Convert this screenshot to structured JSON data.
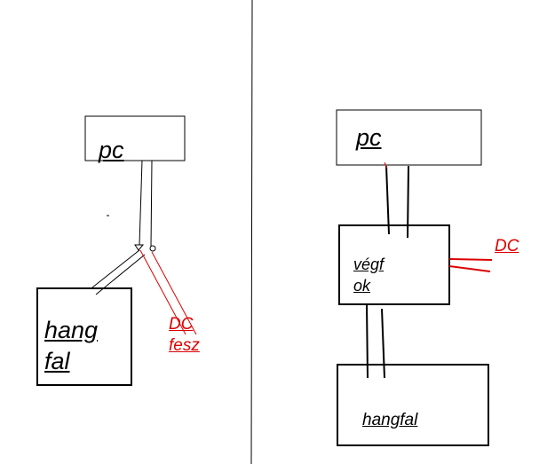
{
  "left": {
    "pc_label": "pc",
    "speaker_label_line1": "hang",
    "speaker_label_line2": "fal",
    "dc_label_line1": "DC",
    "dc_label_line2": "fesz"
  },
  "right": {
    "pc_label": "pc",
    "amp_label_line1": "végf",
    "amp_label_line2": "ok",
    "dc_label": "DC",
    "speaker_label": "hangfal"
  },
  "colors": {
    "ink": "#000000",
    "dc": "#dd0000",
    "background": "#ffffff"
  }
}
